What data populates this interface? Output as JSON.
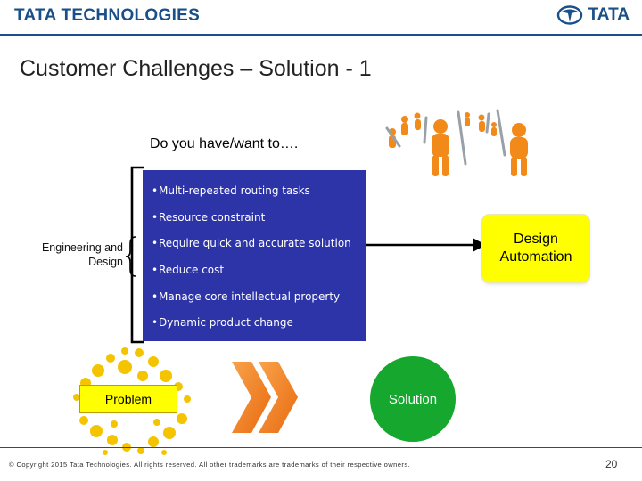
{
  "header": {
    "brand_left": "TATA TECHNOLOGIES",
    "brand_right": "TATA"
  },
  "slide": {
    "title": "Customer Challenges – Solution - 1",
    "question": "Do you have/want to….",
    "left_label": "Engineering and Design",
    "tasks": [
      "Multi-repeated routing tasks",
      "Resource constraint",
      "Require quick and accurate solution",
      "Reduce cost",
      "Manage core intellectual property",
      "Dynamic product change"
    ],
    "design_box": "Design\nAutomation",
    "problem_label": "Problem",
    "solution_label": "Solution"
  },
  "footer": {
    "copyright": "© Copyright 2015 Tata Technologies. All rights reserved. All other trademarks are trademarks of their respective owners.",
    "page_number": "20"
  },
  "colors": {
    "brand_blue": "#1a4f8a",
    "panel_blue": "#2d34a8",
    "highlight_yellow": "#ffff00",
    "solution_green": "#16a82e",
    "chevron_orange": "#f58220",
    "people_orange": "#f28a1a"
  },
  "icons": [
    "tata-logo-icon",
    "people-illustration",
    "problem-dots-graphic",
    "double-chevron-icon"
  ]
}
